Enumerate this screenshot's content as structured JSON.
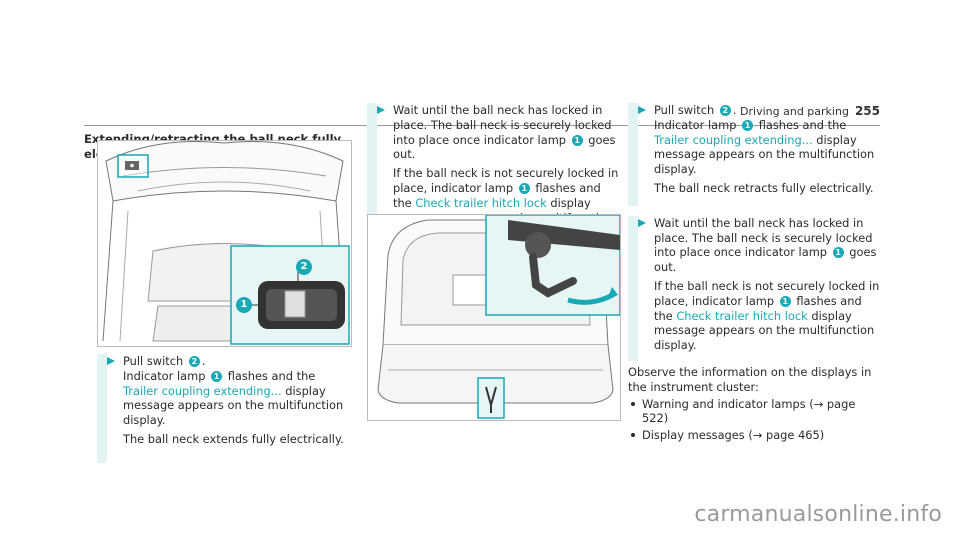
{
  "header": {
    "section": "Driving and parking",
    "page_number": "255"
  },
  "left": {
    "title": "Extending/retracting the ball neck fully electrically",
    "figure_callouts": [
      "1",
      "2"
    ],
    "step1": {
      "l1": "Pull switch",
      "sw": "2",
      "l1b": ".",
      "l2a": "Indicator lamp",
      "lamp": "1",
      "l2b": "flashes and the",
      "msg": "Trailer coupling extending...",
      "l3": "display message appears on the multifunction display.",
      "l4": "The ball neck extends fully electrically."
    }
  },
  "middle": {
    "step": {
      "p1": "Wait until the ball neck has locked in place. The ball neck is securely locked into place once indicator lamp",
      "lamp": "1",
      "p1b": "goes out.",
      "p2a": "If the ball neck is not securely locked in place, indicator lamp",
      "lamp2": "1",
      "p2b": "flashes and the",
      "msg": "Check trailer hitch lock",
      "p2c": "display message appears on the multifunction display."
    }
  },
  "right": {
    "step1": {
      "l1": "Pull switch",
      "sw": "2",
      "l1b": ".",
      "l2a": "Indicator lamp",
      "lamp": "1",
      "l2b": "flashes and the",
      "msg": "Trailer coupling extending...",
      "l3": "display message appears on the multifunction display.",
      "l4": "The ball neck retracts fully electrically."
    },
    "step2": {
      "p1": "Wait until the ball neck has locked in place. The ball neck is securely locked into place once indicator lamp",
      "lamp": "1",
      "p1b": "goes out.",
      "p2a": "If the ball neck is not securely locked in place, indicator lamp",
      "lamp2": "1",
      "p2b": "flashes and the",
      "msg": "Check trailer hitch lock",
      "p2c": "display message appears on the multifunction display."
    },
    "observe": "Observe the information on the displays in the instrument cluster:",
    "bullets": [
      "Warning and indicator lamps (→ page 522)",
      "Display messages (→ page 465)"
    ]
  },
  "watermark": "carmanualsonline.info",
  "colors": {
    "accent": "#19a8b5",
    "step_bar": "#e2f3f4"
  }
}
